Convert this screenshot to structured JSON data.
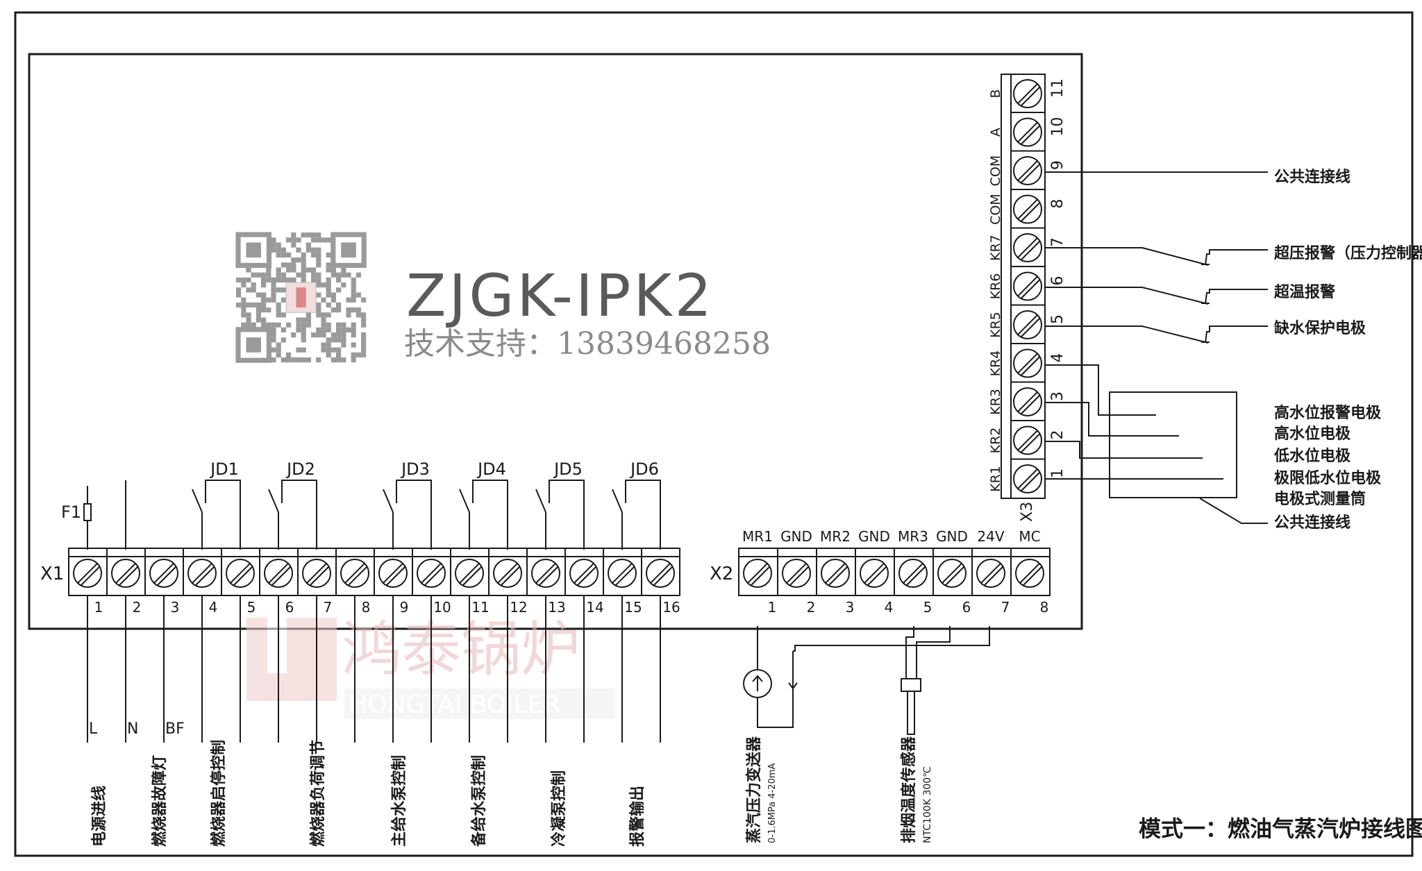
{
  "model": "ZJGK-IPK2",
  "support": "技术支持：13839468258",
  "watermark": {
    "cn": "鸿泰锅炉",
    "en": "HONGTAI BOILER",
    "color": "#e9b7b7"
  },
  "caption": "模式一：燃油气蒸汽炉接线图",
  "x1": {
    "label": "X1",
    "numbers": [
      "1",
      "2",
      "3",
      "4",
      "5",
      "6",
      "7",
      "8",
      "9",
      "10",
      "11",
      "12",
      "13",
      "14",
      "15",
      "16"
    ],
    "fuse": "F1",
    "relays": [
      "JD1",
      "JD2",
      "JD3",
      "JD4",
      "JD5",
      "JD6"
    ],
    "wire_labels": [
      "L",
      "N",
      "BF"
    ],
    "functions": [
      "电源进线",
      "燃烧器故障灯",
      "燃烧器启停控制",
      "燃烧器负荷调节",
      "主给水泵控制",
      "备给水泵控制",
      "冷凝泵控制",
      "报警输出"
    ]
  },
  "x2": {
    "label": "X2",
    "headers": [
      "MR1",
      "GND",
      "MR2",
      "GND",
      "MR3",
      "GND",
      "24V",
      "MC"
    ],
    "numbers": [
      "1",
      "2",
      "3",
      "4",
      "5",
      "6",
      "7",
      "8"
    ],
    "pressure_sensor": {
      "name": "蒸汽压力变送器",
      "spec": "0-1.6MPa 4-20mA"
    },
    "temp_sensor": {
      "name": "排烟温度传感器",
      "spec": "NTC100K 300℃"
    }
  },
  "x3": {
    "label": "X3",
    "signals": [
      "KR1",
      "KR2",
      "KR3",
      "KR4",
      "KR5",
      "KR6",
      "KR7",
      "COM",
      "COM",
      "A",
      "B"
    ],
    "numbers": [
      "1",
      "2",
      "3",
      "4",
      "5",
      "6",
      "7",
      "8",
      "9",
      "10",
      "11"
    ],
    "right_labels": [
      "公共连接线",
      "超压报警（压力控制器）",
      "超温报警",
      "缺水保护电极",
      "高水位报警电极",
      "高水位电极",
      "低水位电极",
      "极限低水位电极",
      "电极式测量筒",
      "公共连接线"
    ]
  }
}
